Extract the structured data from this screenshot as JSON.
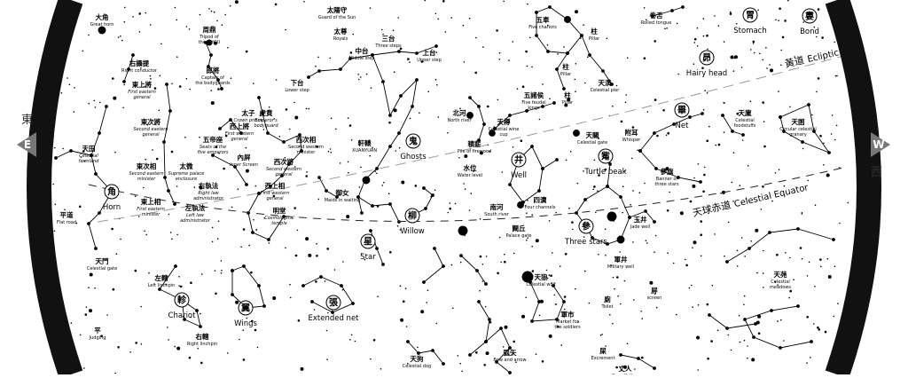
{
  "colors": {
    "ink": "#000000",
    "ring": "#111111",
    "lane": "#444444",
    "ecliptic": "#9a9a9a",
    "paper": "#ffffff"
  },
  "directions": {
    "east_char": "東",
    "east_letter": "E",
    "west_char": "西",
    "west_letter": "W"
  },
  "great_circles": [
    {
      "key": "ecliptic",
      "zh": "黃道",
      "en": "Ecliptic"
    },
    {
      "key": "equator",
      "zh": "天球赤道",
      "en": "Celestial Equator"
    }
  ],
  "lunar_mansions": [
    {
      "glyph": "角",
      "en": "Horn"
    },
    {
      "glyph": "軫",
      "en": "Chariot"
    },
    {
      "glyph": "翼",
      "en": "Wings"
    },
    {
      "glyph": "張",
      "en": "Extended net"
    },
    {
      "glyph": "星",
      "en": "Star"
    },
    {
      "glyph": "柳",
      "en": "Willow"
    },
    {
      "glyph": "鬼",
      "en": "Ghosts"
    },
    {
      "glyph": "井",
      "en": "Well"
    },
    {
      "glyph": "參",
      "en": "Three stars"
    },
    {
      "glyph": "觜",
      "en": "Turtle beak"
    },
    {
      "glyph": "畢",
      "en": "Net"
    },
    {
      "glyph": "昴",
      "en": "Hairy head"
    },
    {
      "glyph": "胃",
      "en": "Stomach"
    },
    {
      "glyph": "婁",
      "en": "Bond"
    }
  ],
  "asterisms": [
    {
      "zh": "大角",
      "en": "Great horn"
    },
    {
      "zh": "周鼎",
      "en": "Tripod of the ZHOU"
    },
    {
      "zh": "右攝提",
      "en": "Right conductor"
    },
    {
      "zh": "郎將",
      "en": "Captain of the bodyguards"
    },
    {
      "zh": "東上將",
      "en": "First eastern general"
    },
    {
      "zh": "東次將",
      "en": "Second eastern general"
    },
    {
      "zh": "五帝座",
      "en": "Seats of the five emperors"
    },
    {
      "zh": "太子",
      "en": "Crown prince"
    },
    {
      "zh": "虎賁",
      "en": "Emperor's bodyguard"
    },
    {
      "zh": "西上將",
      "en": "First western general"
    },
    {
      "zh": "西次相",
      "en": "Second western minister"
    },
    {
      "zh": "天田",
      "en": "Celestial farmland"
    },
    {
      "zh": "東次相",
      "en": "Second eastern minister"
    },
    {
      "zh": "太微",
      "en": "Supreme palace enclosure"
    },
    {
      "zh": "內屏",
      "en": "Inner Screen"
    },
    {
      "zh": "西次將",
      "en": "Second western general"
    },
    {
      "zh": "東上相",
      "en": "First eastern minister"
    },
    {
      "zh": "右執法",
      "en": "Right law administrator"
    },
    {
      "zh": "西上相",
      "en": "First western general"
    },
    {
      "zh": "左執法",
      "en": "Left law administrator"
    },
    {
      "zh": "明堂",
      "en": "Cosmological temple"
    },
    {
      "zh": "平道",
      "en": "Flat road"
    },
    {
      "zh": "天門",
      "en": "Celestial gate"
    },
    {
      "zh": "左轄",
      "en": "Left linchpin"
    },
    {
      "zh": "平",
      "en": "Judging"
    },
    {
      "zh": "右轄",
      "en": "Right linchpin"
    },
    {
      "zh": "太陽守",
      "en": "Guard of the Sun"
    },
    {
      "zh": "太尊",
      "en": "Royals"
    },
    {
      "zh": "中台",
      "en": "Middle step"
    },
    {
      "zh": "三台",
      "en": "Three steps"
    },
    {
      "zh": "上台",
      "en": "Upper step"
    },
    {
      "zh": "下台",
      "en": "Lower step"
    },
    {
      "zh": "軒轅",
      "en": "XUANYUAN"
    },
    {
      "zh": "御女",
      "en": "Maids in waiting"
    },
    {
      "zh": "五車",
      "en": "Five chariots"
    },
    {
      "zh": "柱",
      "en": "Pillar"
    },
    {
      "zh": "卷舌",
      "en": "Rolled tongue"
    },
    {
      "zh": "柱",
      "en": "Pillar"
    },
    {
      "zh": "天潢",
      "en": "Celestial pier"
    },
    {
      "zh": "北河",
      "en": "North river"
    },
    {
      "zh": "五諸侯",
      "en": "Five feudal kings"
    },
    {
      "zh": "柱",
      "en": "Pillar"
    },
    {
      "zh": "天樽",
      "en": "Celestial wine cup"
    },
    {
      "zh": "積薪",
      "en": "Pile of firewood"
    },
    {
      "zh": "天關",
      "en": "Celestial gate"
    },
    {
      "zh": "附耳",
      "en": "Whisper"
    },
    {
      "zh": "天廩",
      "en": "Celestial foodstuffs"
    },
    {
      "zh": "天囷",
      "en": "Circular celestial granary"
    },
    {
      "zh": "水位",
      "en": "Water level"
    },
    {
      "zh": "參旗",
      "en": "Banner of three stars"
    },
    {
      "zh": "四瀆",
      "en": "Four channels"
    },
    {
      "zh": "南河",
      "en": "South river"
    },
    {
      "zh": "闕丘",
      "en": "Palace gate"
    },
    {
      "zh": "玉井",
      "en": "Jade well"
    },
    {
      "zh": "軍井",
      "en": "Military well"
    },
    {
      "zh": "天狼",
      "en": "Celestial wolf"
    },
    {
      "zh": "天苑",
      "en": "Celestial meadows"
    },
    {
      "zh": "屏",
      "en": "screen"
    },
    {
      "zh": "廁",
      "en": "Toilet"
    },
    {
      "zh": "軍市",
      "en": "Market for the soldiers"
    },
    {
      "zh": "弧矢",
      "en": "Bow and arrow"
    },
    {
      "zh": "天狗",
      "en": "Celestial dog"
    },
    {
      "zh": "屎",
      "en": "Excrement"
    },
    {
      "zh": "丈人",
      "en": "Grandfather"
    }
  ]
}
